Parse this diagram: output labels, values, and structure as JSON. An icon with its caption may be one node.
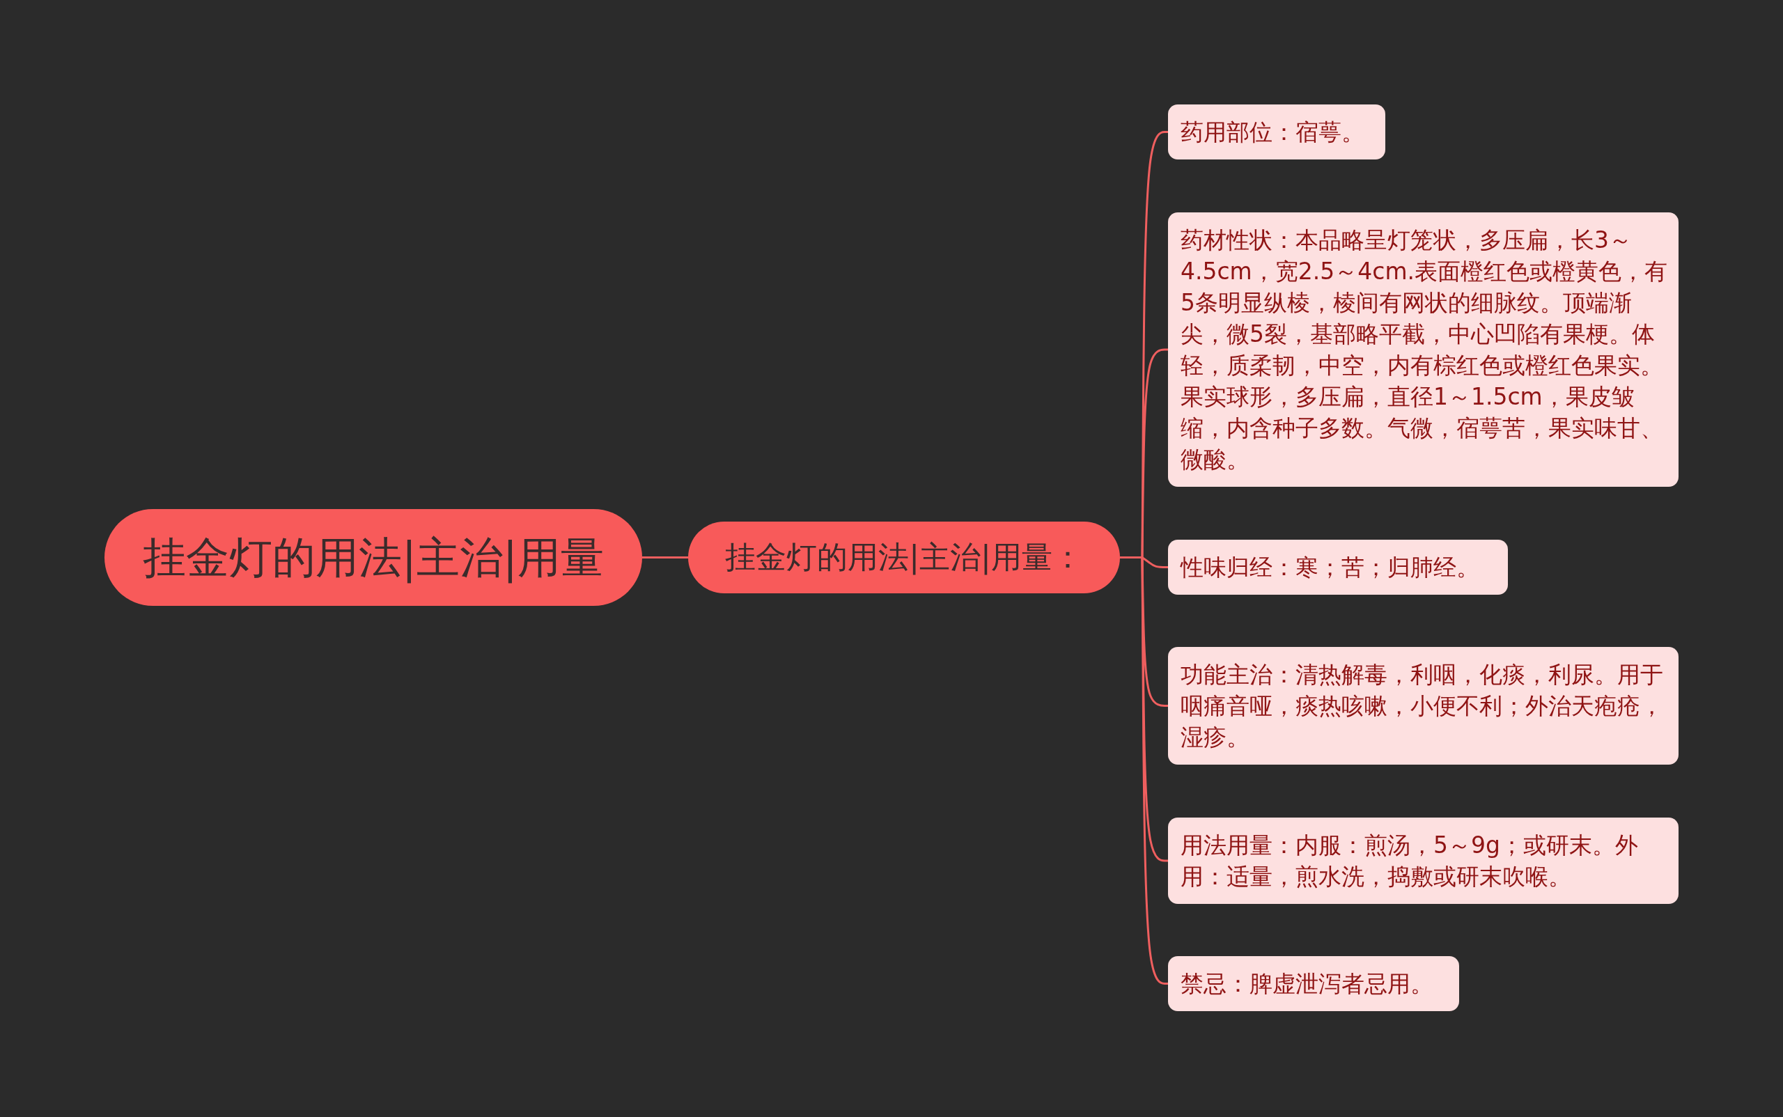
{
  "diagram": {
    "nodes": [
      {
        "text": [
          "挂金灯的用法|主治|用量"
        ]
      },
      {
        "text": [
          "挂金灯的用法|主治|用量："
        ]
      },
      {
        "text": [
          "药用部位：宿萼。"
        ]
      },
      {
        "text": [
          "药材性状：本品略呈灯笼状，多压扁，长3～4.5cm，宽2.5～4cm.表面橙红色或橙黄色，有5条明显纵棱，棱间有网状的细脉纹。顶端渐尖，微5裂，基部略平截，中心凹陷有果梗。体轻，质柔韧，中空，内有棕红色或橙红色果实。果实球形，多压扁，直径1～1.5cm，果皮皱缩，内含种子多数。气微，宿萼苦，果实味甘、微酸。"
        ]
      },
      {
        "text": [
          "性味归经：寒；苦；归肺经。"
        ]
      },
      {
        "text": [
          "功能主治：清热解毒，利咽，化痰，利尿。用于咽痛音哑，痰热咳嗽，小便不利；外治天疱疮，湿疹。"
        ]
      },
      {
        "text": [
          "用法用量：内服：煎汤，5～9g；或研末。外用：适量，煎水洗，捣敷或研末吹喉。"
        ]
      },
      {
        "text": [
          "禁忌：脾虚泄泻者忌用。"
        ]
      }
    ],
    "edges": [
      {
        "from": 0,
        "to": 1,
        "arrow": "none"
      },
      {
        "from": 1,
        "to": 2,
        "arrow": "none"
      },
      {
        "from": 1,
        "to": 3,
        "arrow": "none"
      },
      {
        "from": 1,
        "to": 4,
        "arrow": "none"
      },
      {
        "from": 1,
        "to": 5,
        "arrow": "none"
      },
      {
        "from": 1,
        "to": 6,
        "arrow": "none"
      },
      {
        "from": 1,
        "to": 7,
        "arrow": "none"
      }
    ]
  }
}
